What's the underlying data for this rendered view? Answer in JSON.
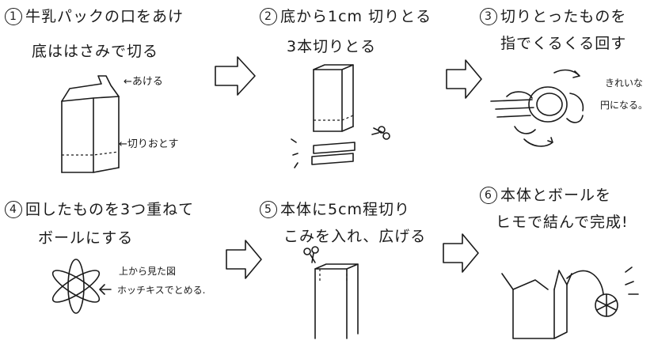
{
  "steps": [
    {
      "num": "1",
      "line1": "牛乳パックの口をあけ",
      "line2": "底ははさみで切る",
      "label_open": "←あける",
      "label_cut": "←切りおとす"
    },
    {
      "num": "2",
      "line1": "底から1cm 切りとる",
      "line2": "3本切りとる"
    },
    {
      "num": "3",
      "line1": "切りとったものを",
      "line2": "指でくるくる回す",
      "note_line1": "きれいな",
      "note_line2": "円になる。"
    },
    {
      "num": "4",
      "line1": "回したものを3つ重ねて",
      "line2": "ボールにする",
      "note_line1": "上から見た図",
      "note_line2": "ホッチキスでとめる."
    },
    {
      "num": "5",
      "line1": "本体に5cm程切り",
      "line2": "こみを入れ、広げる"
    },
    {
      "num": "6",
      "line1": "本体とボールを",
      "line2": "ヒモで結んで完成!"
    }
  ]
}
